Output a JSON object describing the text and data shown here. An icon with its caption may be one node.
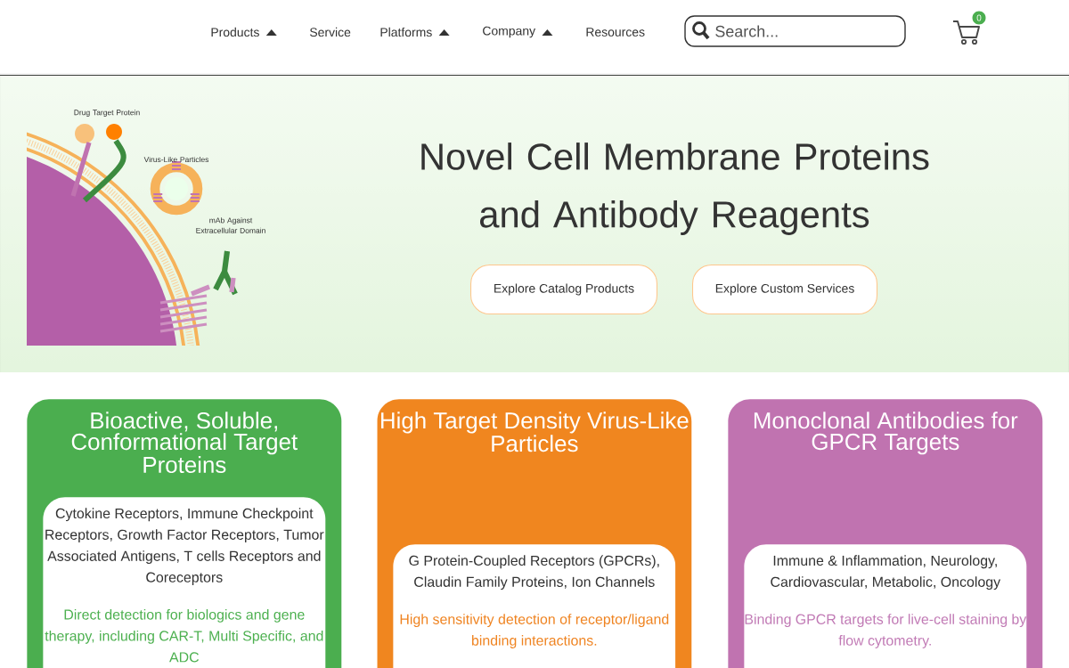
{
  "diagram": {
    "title": "Novel Cell Membrane Proteins and Antibody Reagents",
    "nodes": [
      {
        "text": [
          "Explore Catalog Products"
        ]
      },
      {
        "text": [
          "Explore Custom Services"
        ]
      },
      {
        "text": [
          "Bioactive, Soluble, Conformational Target Proteins"
        ]
      },
      {
        "text": [
          "Cytokine Receptors, Immune Checkpoint Receptors, Growth Factor Receptors, Tumor Associated Antigens, T cells Receptors and Coreceptors",
          "Direct detection for biologics and gene therapy, including CAR-T, Multi Specific, and ADC"
        ],
        "in": 2
      },
      {
        "text": [
          "High Target Density Virus-Like Particles"
        ]
      },
      {
        "text": [
          "G Protein-Coupled Receptors (GPCRs), Claudin Family Proteins, Ion Channels",
          "High sensitivity detection of receptor/ligand binding interactions."
        ],
        "in": 4
      },
      {
        "text": [
          "Monoclonal Antibodies for GPCR Targets"
        ]
      },
      {
        "text": [
          "Immune & Inflammation, Neurology, Cardiovascular, Metabolic, Oncology",
          "Binding GPCR targets for live-cell staining by flow cytometry."
        ],
        "in": 6
      }
    ],
    "labels": [
      "Products",
      "Service",
      "Platforms",
      "Company",
      "Resources",
      "Search...",
      "0",
      "Drug Target Protein",
      "Virus-Like Particles",
      "mAb Against Extracellular Domain"
    ]
  }
}
